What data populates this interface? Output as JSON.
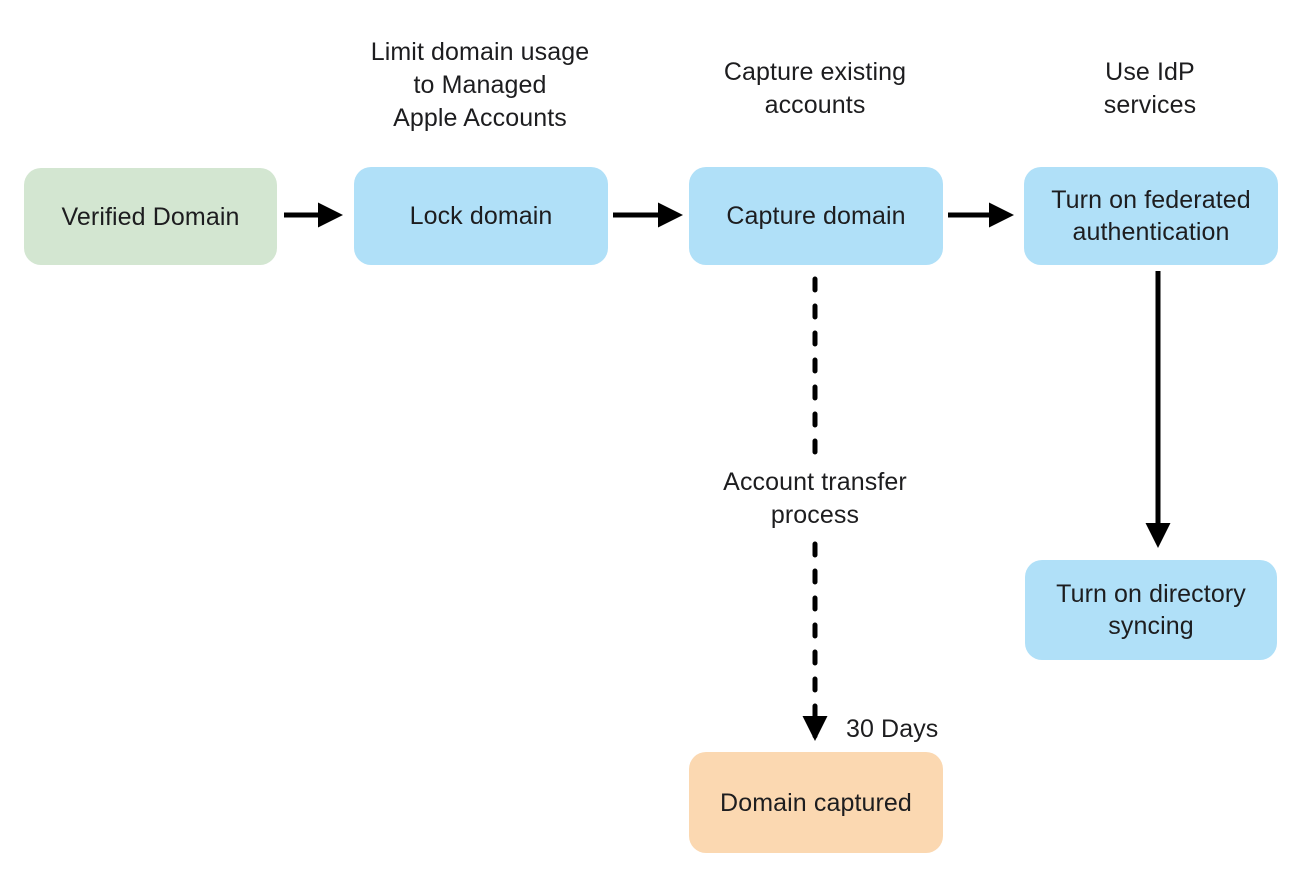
{
  "page": {
    "background": "#ffffff",
    "text_color": "#1d1d1f",
    "arrow_color": "#000000"
  },
  "flowchart": {
    "boxes": [
      {
        "id": "verified-domain",
        "label": "Verified Domain",
        "fill": "#d3e6d1"
      },
      {
        "id": "lock-domain",
        "label": "Lock domain",
        "fill": "#b0e0f8"
      },
      {
        "id": "capture-domain",
        "label": "Capture domain",
        "fill": "#b0e0f8"
      },
      {
        "id": "federated-authentication",
        "label": "Turn on federated\nauthentication",
        "fill": "#b0e0f8"
      },
      {
        "id": "directory-syncing",
        "label": "Turn on directory\nsyncing",
        "fill": "#b0e0f8"
      },
      {
        "id": "domain-captured",
        "label": "Domain captured",
        "fill": "#fbd8b1"
      }
    ],
    "annotations": [
      {
        "id": "limit-domain-note",
        "text": "Limit domain usage\nto Managed\nApple Accounts"
      },
      {
        "id": "capture-existing-note",
        "text": "Capture existing\naccounts"
      },
      {
        "id": "use-idp-note",
        "text": "Use IdP\nservices"
      },
      {
        "id": "account-transfer-note",
        "text": "Account transfer\nprocess"
      },
      {
        "id": "thirty-days-note",
        "text": "30 Days"
      }
    ],
    "edges": [
      {
        "from": "verified-domain",
        "to": "lock-domain",
        "style": "solid"
      },
      {
        "from": "lock-domain",
        "to": "capture-domain",
        "style": "solid"
      },
      {
        "from": "capture-domain",
        "to": "federated-authentication",
        "style": "solid"
      },
      {
        "from": "federated-authentication",
        "to": "directory-syncing",
        "style": "solid"
      },
      {
        "from": "capture-domain",
        "to": "domain-captured",
        "style": "dashed",
        "label": "Account transfer process / 30 Days"
      }
    ]
  }
}
